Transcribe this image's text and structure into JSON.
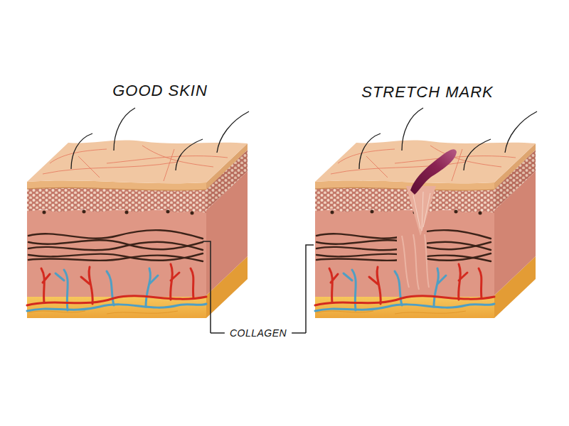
{
  "diagram": {
    "labels": [
      "GOOD SKIN",
      "STRETCH MARK",
      "COLLAGEN"
    ]
  }
}
